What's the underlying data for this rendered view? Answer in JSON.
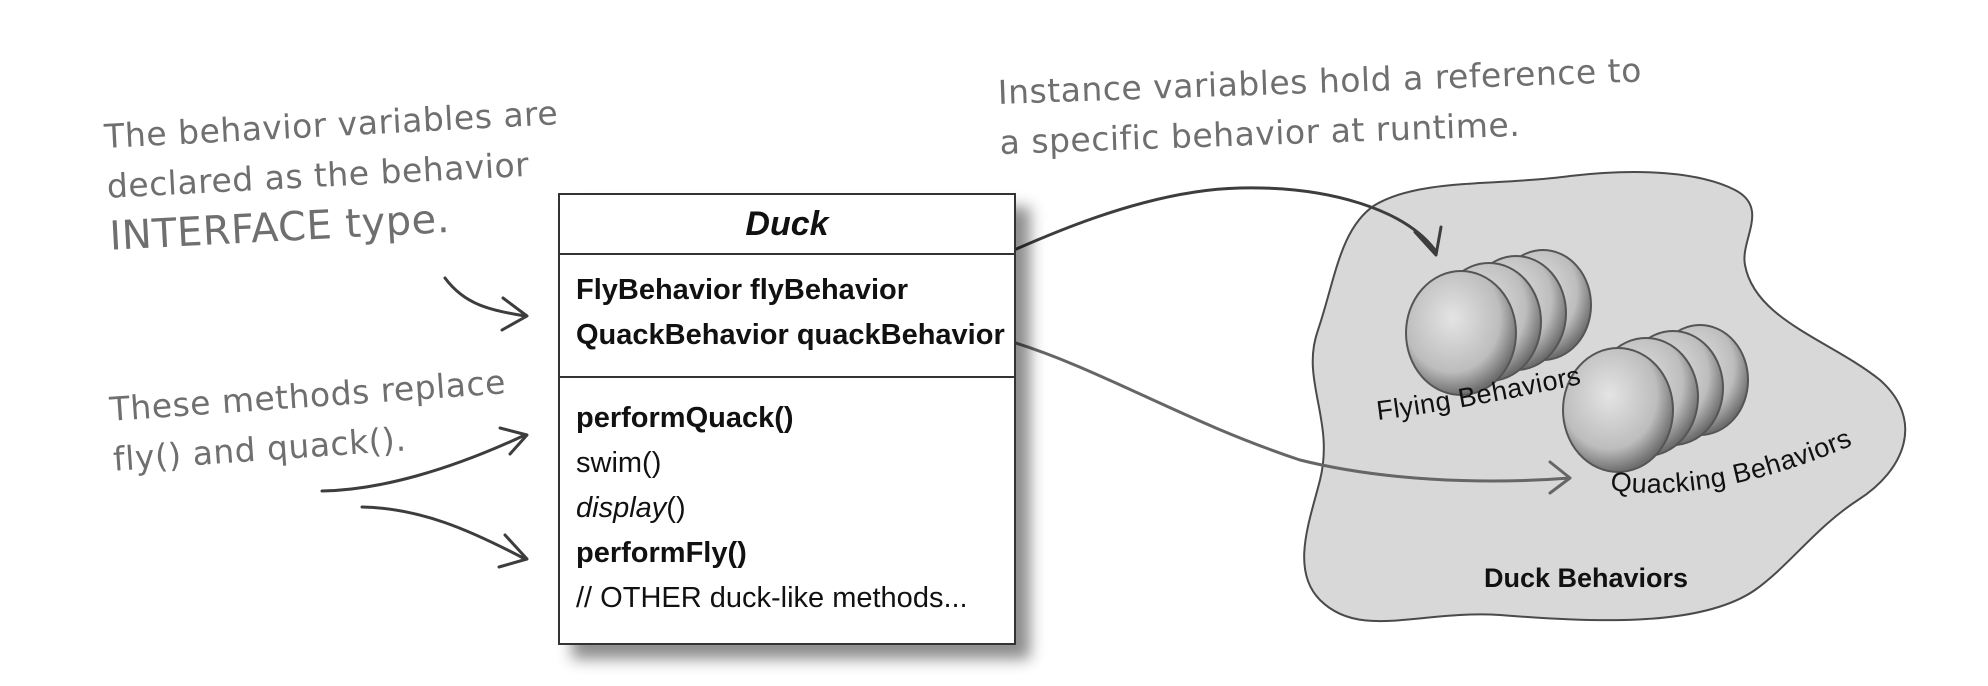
{
  "annotations": {
    "interface_note": [
      "The behavior variables are",
      "declared as the behavior",
      "INTERFACE type."
    ],
    "methods_note": [
      "These methods replace",
      "fly() and quack()."
    ],
    "instance_note": [
      "Instance variables hold a reference to",
      "a specific behavior at runtime."
    ]
  },
  "duck_class": {
    "name": "Duck",
    "attributes": [
      "FlyBehavior flyBehavior",
      "QuackBehavior quackBehavior"
    ],
    "methods": [
      {
        "text": "performQuack()",
        "style": "bold"
      },
      {
        "text": "swim()",
        "style": "normal"
      },
      {
        "text": "display",
        "suffix": "()",
        "style": "italic"
      },
      {
        "text": "performFly()",
        "style": "bold"
      },
      {
        "text": "// OTHER duck-like methods...",
        "style": "normal"
      }
    ]
  },
  "behaviors": {
    "region_label": "Duck Behaviors",
    "flying_label": "Flying Behaviors",
    "quacking_label": "Quacking Behaviors",
    "region_fill": "#d8d8d8"
  }
}
